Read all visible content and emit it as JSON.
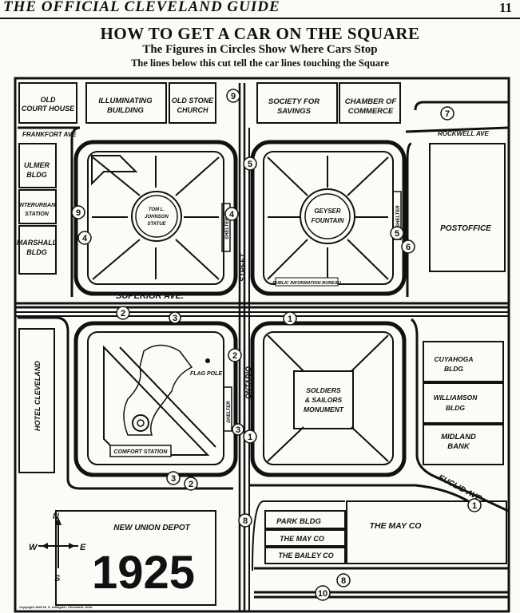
{
  "header": {
    "running_title": "THE OFFICIAL CLEVELAND GUIDE",
    "page_number": "11"
  },
  "titles": {
    "main": "HOW TO GET A CAR ON THE SQUARE",
    "subtitle": "The Figures in Circles Show Where Cars Stop",
    "note": "The lines below this cut tell the car lines touching the Square"
  },
  "buildings": {
    "old_court_house": [
      "OLD",
      "COURT HOUSE"
    ],
    "illuminating": [
      "ILLUMINATING",
      "BUILDING"
    ],
    "old_stone_church": [
      "OLD STONE",
      "CHURCH"
    ],
    "society_for_savings": [
      "SOCIETY FOR",
      "SAVINGS"
    ],
    "chamber_of_commerce": [
      "CHAMBER OF",
      "COMMERCE"
    ],
    "ulmer": [
      "ULMER",
      "BLDG"
    ],
    "interurban": [
      "INTERURBAN",
      "STATION"
    ],
    "marshall": [
      "MARSHALL",
      "BLDG"
    ],
    "postoffice": "POSTOFFICE",
    "hotel_cleveland": "HOTEL CLEVELAND",
    "cuyahoga": [
      "CUYAHOGA",
      "BLDG"
    ],
    "williamson": [
      "WILLIAMSON",
      "BLDG"
    ],
    "midland": [
      "MIDLAND",
      "BANK"
    ],
    "new_union_depot": "NEW UNION DEPOT",
    "park_bldg": "PARK BLDG",
    "may_co_small": "THE MAY CO",
    "bailey_co": "THE BAILEY CO",
    "may_co_large": "THE MAY CO"
  },
  "streets": {
    "frankfort": "FRANKFORT AVE",
    "rockwell": "ROCKWELL AVE",
    "superior": "SUPERIOR AVE.",
    "street_vertical": "STREET",
    "ontario": "ONTARIO",
    "euclid": "EUCLID AVE"
  },
  "monuments": {
    "tom_johnson": [
      "TOM L.",
      "JOHNSON",
      "STATUE"
    ],
    "geyser": [
      "GEYSER",
      "FOUNTAIN"
    ],
    "soldiers": [
      "SOLDIERS",
      "& SAILORS",
      "MONUMENT"
    ],
    "flag_pole": "FLAG POLE",
    "comfort_station": "COMFORT STATION",
    "public_information": "PUBLIC INFORMATION BUREAU",
    "shelter": "SHELTER"
  },
  "stops": {
    "s9_top": "9",
    "s7": "7",
    "s5_mid": "5",
    "s9_left": "9",
    "s4_left": "4",
    "s4_right": "4",
    "s5_right": "5",
    "s6": "6",
    "s2_sup": "2",
    "s3_sup": "3",
    "s1_sup": "1",
    "s2_ont": "2",
    "s3_ont": "3",
    "s1_ont": "1",
    "s3_bot": "3",
    "s2_bot": "2",
    "s1_euclid": "1",
    "s8_left": "8",
    "s8_bot": "8",
    "s10": "10"
  },
  "compass": {
    "n": "N",
    "s": "S",
    "e": "E",
    "w": "W"
  },
  "year": "1925",
  "caption": "Copyright 1925 W. S. Gallagher, Cleveland, Ohio"
}
